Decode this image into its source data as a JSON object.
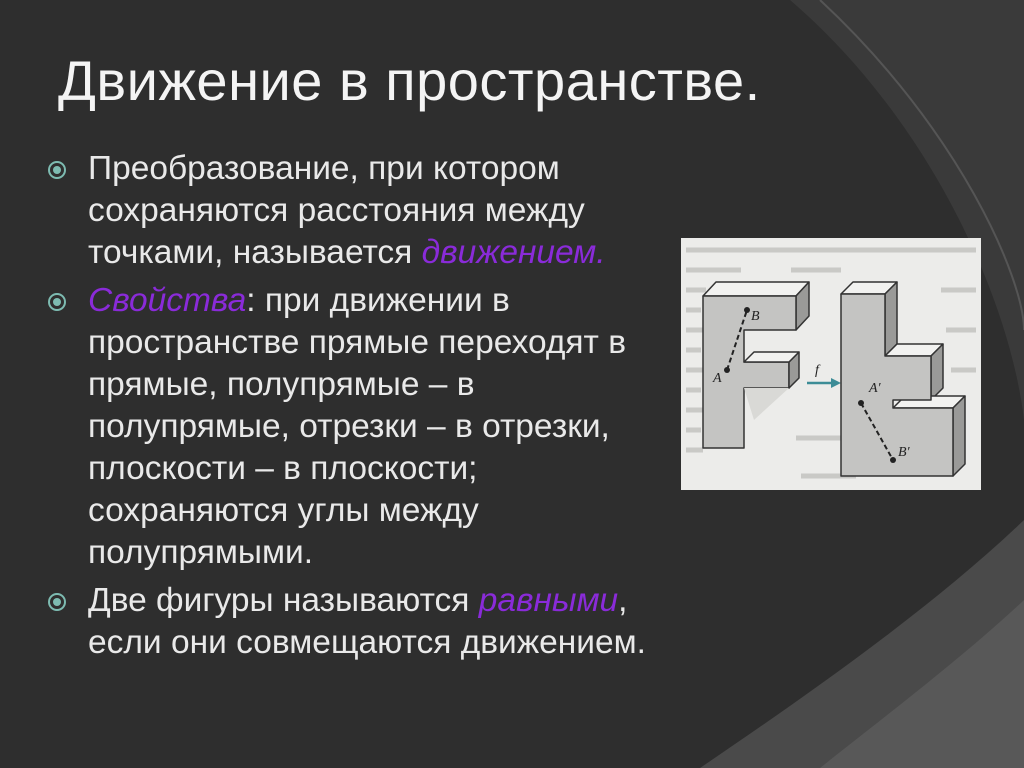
{
  "slide": {
    "title": "Движение в пространстве.",
    "bullets": [
      {
        "before": "Преобразование, при котором сохраняются расстояния между точками, называется ",
        "highlight": "движением.",
        "after": ""
      },
      {
        "before": "",
        "highlight": "Свойства",
        "after": ": при движении в пространстве прямые переходят в прямые, полупрямые – в полупрямые, отрезки – в отрезки, плоскости – в плоскости; сохраняются углы между полупрямыми."
      },
      {
        "before": "Две фигуры называются ",
        "highlight": "равными",
        "after": ", если они совмещаются движением."
      }
    ],
    "figure": {
      "point_a": "A",
      "point_b": "B",
      "point_a_prime": "A′",
      "point_b_prime": "B′",
      "map_label": "f"
    }
  },
  "colors": {
    "background": "#2e2e2e",
    "title": "#f4f4f4",
    "text": "#e9e9e9",
    "highlight": "#8a2bd9",
    "bullet_marker": "#7dbbb1"
  }
}
